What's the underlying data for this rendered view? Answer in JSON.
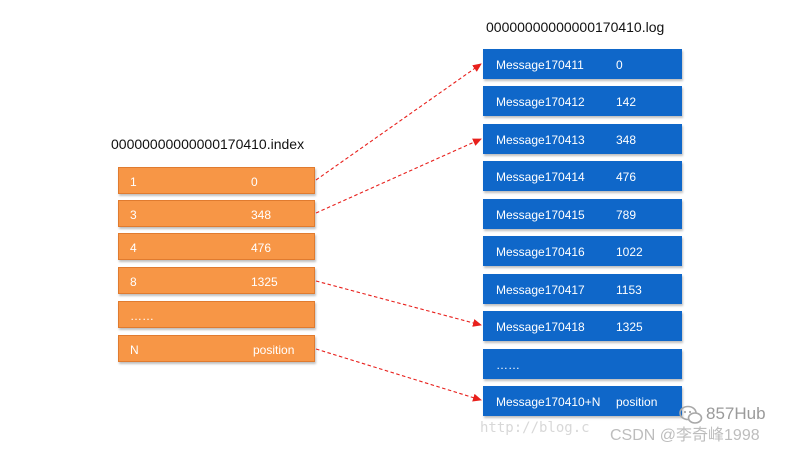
{
  "index_file": "00000000000000170410.index",
  "log_file": "00000000000000170410.log",
  "index_entries": [
    {
      "key": "1",
      "value": "0"
    },
    {
      "key": "3",
      "value": "348"
    },
    {
      "key": "4",
      "value": "476"
    },
    {
      "key": "8",
      "value": "1325"
    },
    {
      "key": "……",
      "value": ""
    },
    {
      "key": "N",
      "value": "position"
    }
  ],
  "log_entries": [
    {
      "message": "Message170411",
      "position": "0"
    },
    {
      "message": "Message170412",
      "position": "142"
    },
    {
      "message": "Message170413",
      "position": "348"
    },
    {
      "message": "Message170414",
      "position": "476"
    },
    {
      "message": "Message170415",
      "position": "789"
    },
    {
      "message": "Message170416",
      "position": "1022"
    },
    {
      "message": "Message170417",
      "position": "1153"
    },
    {
      "message": "Message170418",
      "position": "1325"
    },
    {
      "message": "……",
      "position": ""
    },
    {
      "message": "Message170410+N",
      "position": "position"
    }
  ],
  "pointers": [
    {
      "from_index": 0,
      "to_log": 0
    },
    {
      "from_index": 1,
      "to_log": 2
    },
    {
      "from_index": 3,
      "to_log": 7
    },
    {
      "from_index": 5,
      "to_log": 9
    }
  ],
  "colors": {
    "index_fill": "#f79646",
    "log_fill": "#0f67c9",
    "arrow": "#e8201c"
  },
  "watermark": {
    "url": "http://blog.c",
    "csdn": "CSDN @李奇峰1998",
    "hub": "857Hub"
  }
}
